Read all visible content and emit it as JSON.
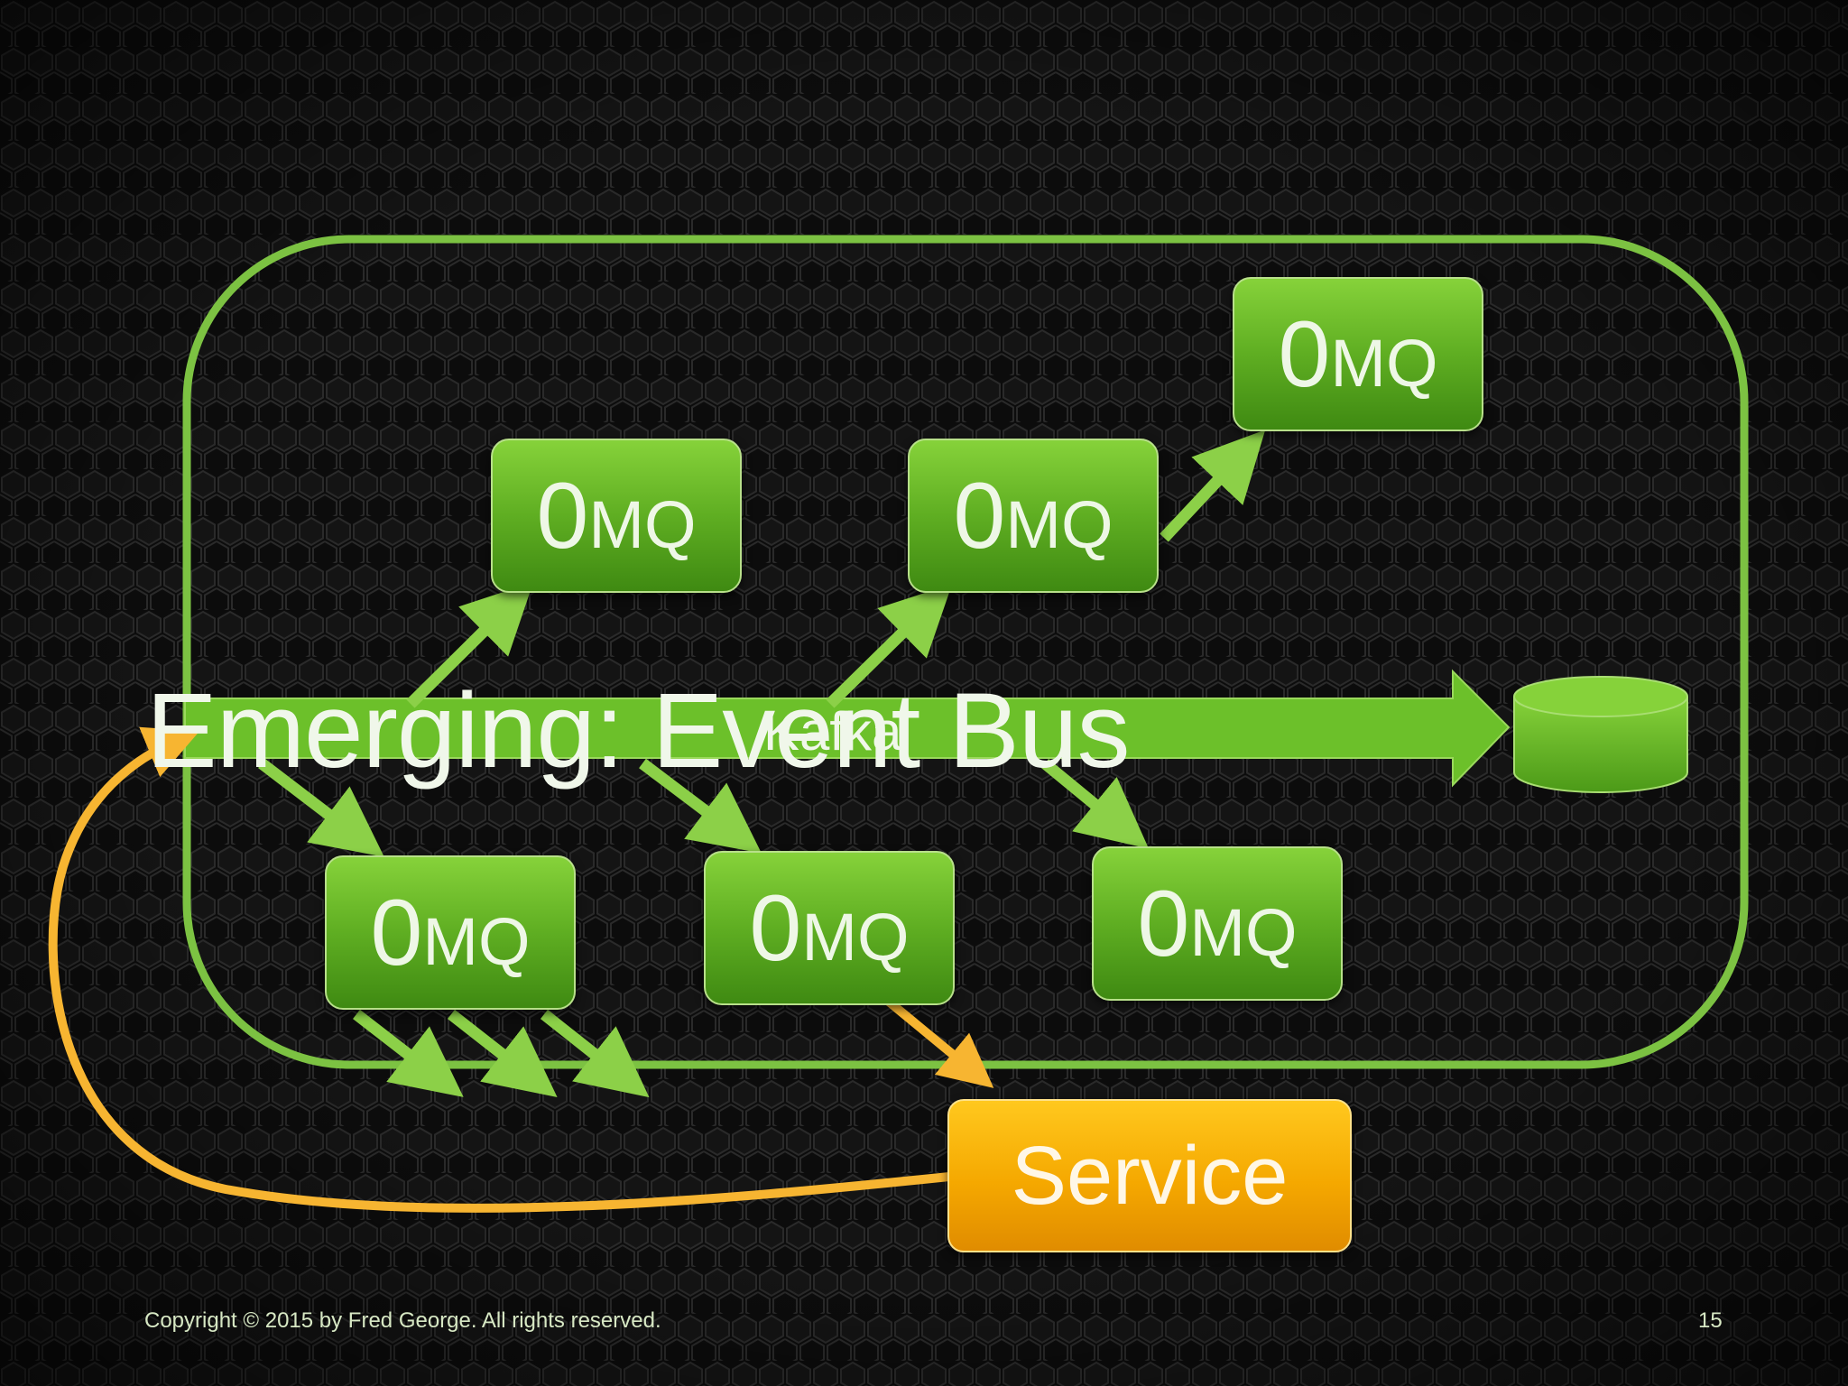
{
  "slide": {
    "title": "Emerging: Event Bus",
    "bus_label": "Kafka",
    "copyright": "Copyright © 2015 by Fred George. All rights reserved.",
    "page_number": "15"
  },
  "nodes": {
    "node_label_big": "0",
    "node_label_small": "MQ",
    "service_label": "Service"
  },
  "colors": {
    "frame": "#7cc242",
    "node_green": "#5fae22",
    "service_orange": "#f5a800",
    "arrow_green": "#8cd048",
    "arrow_orange": "#f7b531"
  }
}
